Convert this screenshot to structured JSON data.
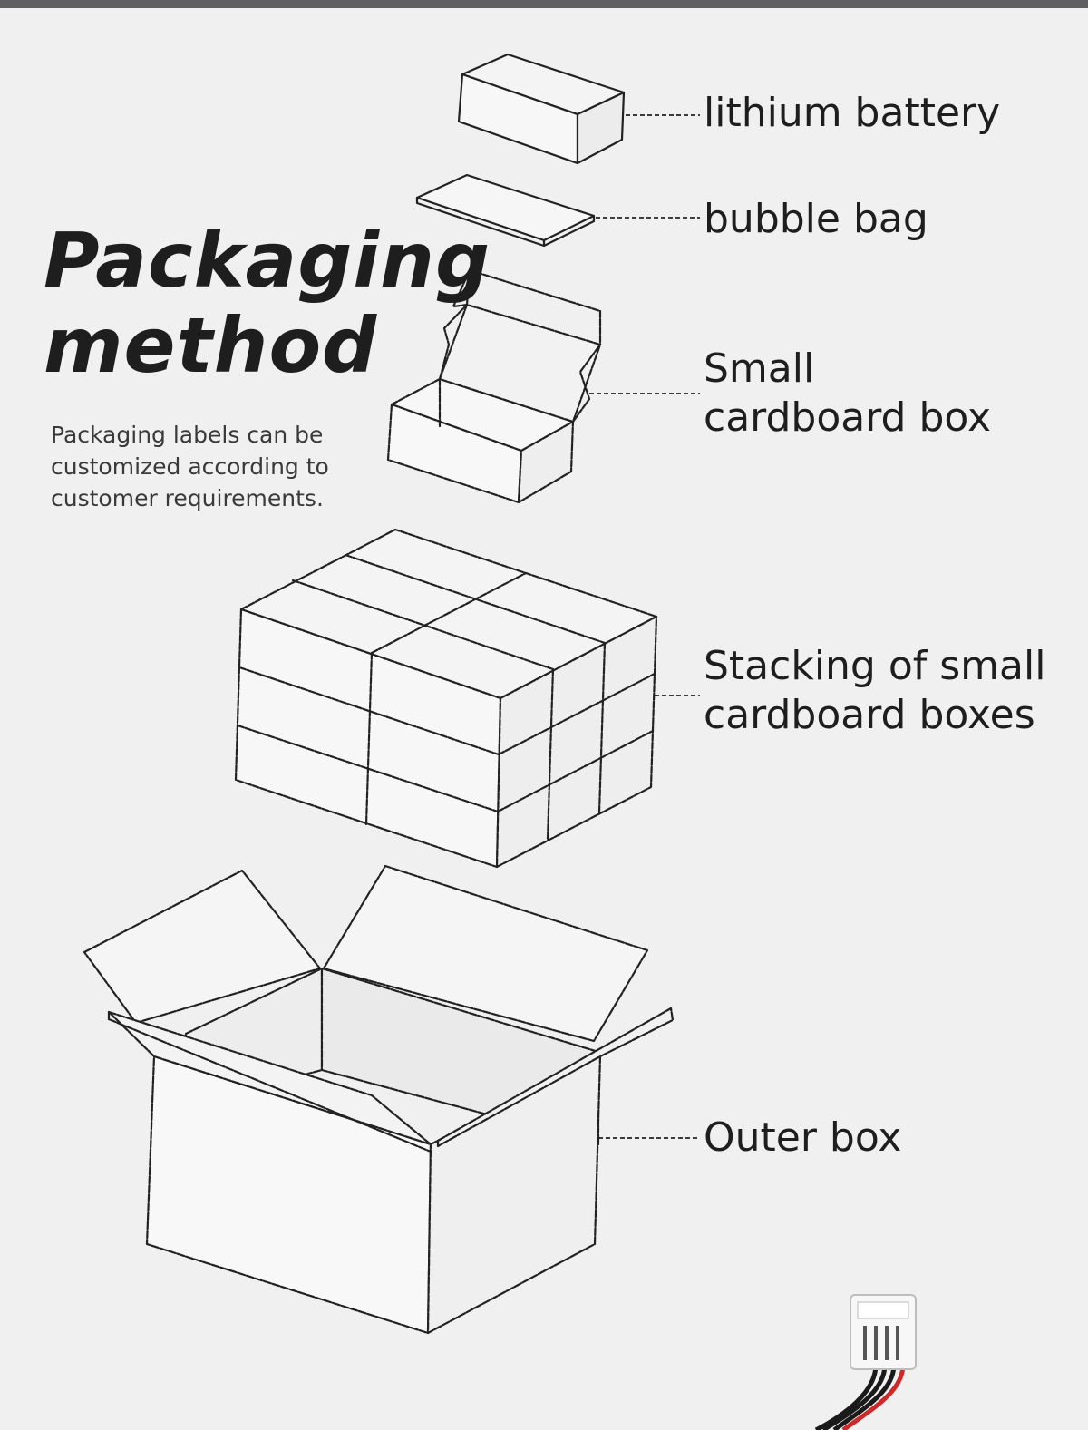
{
  "title_line1": "Packaging",
  "title_line2": "method",
  "subtitle": "Packaging labels can be customized according to customer requirements.",
  "labels": [
    "lithium battery",
    "bubble bag",
    "Small\ncardboard box",
    "Stacking of small\ncardboard boxes",
    "Outer box"
  ],
  "colors": {
    "background": "#f0f0f0",
    "top_bar": "#5f5f63",
    "ink": "#1e1e1e",
    "wire_red": "#cc2a2a",
    "wire_black": "#1a1a1a"
  }
}
